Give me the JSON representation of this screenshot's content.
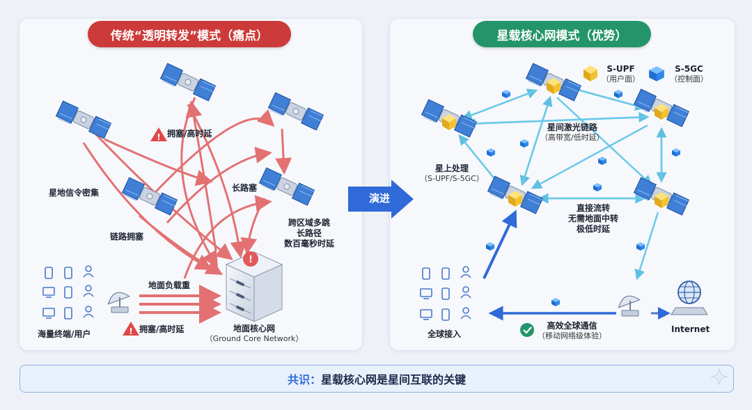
{
  "left": {
    "title": "传统“透明转发”模式（痛点）",
    "labels": {
      "dense_signaling": "星地信令密集",
      "link_congestion": "链路拥塞",
      "long_route_congestion": "长路塞",
      "multi_hop": "跨区域多跳\n长路径\n数百毫秒时延",
      "ground_load": "地面负载重",
      "terminals": "海量终端/用户",
      "core_network": "地面核心网",
      "core_network_en": "（Ground Core Network）"
    },
    "warnings": {
      "top": "拥塞/高时延",
      "bottom": "拥塞/高时延"
    },
    "colors": {
      "accent": "#cc3a3a",
      "arrow": "#e05a5a"
    }
  },
  "evolve": {
    "label": "演进",
    "color": "#2f6ad8"
  },
  "right": {
    "title": "星载核心网模式（优势）",
    "labels": {
      "s_upf": "S-UPF",
      "s_upf_sub": "（用户面）",
      "s_5gc": "S-5GC",
      "s_5gc_sub": "（控制面）",
      "isl": "星间激光链路",
      "isl_sub": "（高带宽/低时延）",
      "onboard": "星上处理",
      "onboard_sub": "（S-UPF/S-5GC）",
      "direct": "直接流转\n无需地面中转\n极低时延",
      "global_access": "全球接入",
      "global_comm": "高效全球通信",
      "global_comm_sub": "（移动网络级体验）",
      "internet": "Internet"
    },
    "colors": {
      "accent": "#24956a",
      "link": "#5bc4e6",
      "cube_upf": "#f2c230",
      "cube_5gc": "#2f86e8"
    }
  },
  "consensus": {
    "prefix": "共识：",
    "text": "星载核心网是星间互联的关键"
  }
}
